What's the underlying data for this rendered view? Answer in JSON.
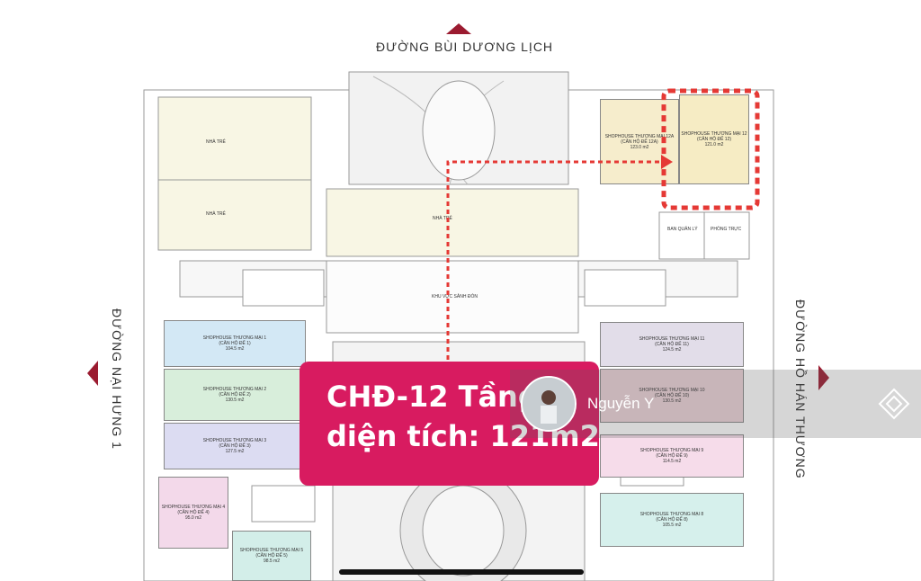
{
  "roads": {
    "top": "ĐƯỜNG BÙI DƯƠNG LỊCH",
    "left": "ĐƯỜNG NẠI HƯNG 1",
    "right": "ĐƯỜNG HỒ HÁN THƯƠNG"
  },
  "rooms": {
    "nha_tre_1": "NHÀ TRẺ",
    "nha_tre_2": "NHÀ TRẺ",
    "nha_tre_3": "NHÀ TRẺ",
    "khu_vuc_sanh_don": "KHU VỰC SẢNH ĐÓN",
    "ban_quan_ly": "BAN QUẢN LÝ",
    "phong_truc": "PHÒNG TRỰC"
  },
  "units": [
    {
      "name": "SHOPHOUSE THƯƠNG MẠI 12A",
      "sub": "(CĂN HỘ ĐẾ 12A)",
      "area": "123.0 m2",
      "color": "#f6edcc"
    },
    {
      "name": "SHOPHOUSE THƯƠNG MẠI 12",
      "sub": "(CĂN HỘ ĐẾ 12)",
      "area": "121.0 m2",
      "color": "#f6ecc4"
    },
    {
      "name": "SHOPHOUSE THƯƠNG MẠI 1",
      "sub": "(CĂN HỘ ĐẾ 1)",
      "area": "104.5 m2",
      "color": "#d3e8f5"
    },
    {
      "name": "SHOPHOUSE THƯƠNG MẠI 2",
      "sub": "(CĂN HỘ ĐẾ 2)",
      "area": "130.5 m2",
      "color": "#d8eedb"
    },
    {
      "name": "SHOPHOUSE THƯƠNG MẠI 3",
      "sub": "(CĂN HỘ ĐẾ 3)",
      "area": "127.5 m2",
      "color": "#dcdcf2"
    },
    {
      "name": "SHOPHOUSE THƯƠNG MẠI 4",
      "sub": "(CĂN HỘ ĐẾ 4)",
      "area": "95.0 m2",
      "color": "#f3d9ea"
    },
    {
      "name": "SHOPHOUSE THƯƠNG MẠI 5",
      "sub": "(CĂN HỘ ĐẾ 5)",
      "area": "98.5 m2",
      "color": "#d3eee9"
    },
    {
      "name": "SHOPHOUSE THƯƠNG MẠI 11",
      "sub": "(CĂN HỘ ĐẾ 11)",
      "area": "124.5 m2",
      "color": "#e2dde9"
    },
    {
      "name": "SHOPHOUSE THƯƠNG MẠI 10",
      "sub": "(CĂN HỘ ĐẾ 10)",
      "area": "130.5 m2",
      "color": "#ecd3d9"
    },
    {
      "name": "SHOPHOUSE THƯƠNG MẠI 9",
      "sub": "(CĂN HỘ ĐẾ 9)",
      "area": "114.5 m2",
      "color": "#f6dcea"
    },
    {
      "name": "SHOPHOUSE THƯƠNG MẠI 8",
      "sub": "(CĂN HỘ ĐẾ 8)",
      "area": "105.5 m2",
      "color": "#d6f0ec"
    }
  ],
  "banner": {
    "line1": "CHĐ-12 Tầng 1",
    "line2": "diện tích: 121m2"
  },
  "watermark": {
    "name": "Nguyễn Y"
  },
  "colors": {
    "highlight": "#d81b60",
    "route": "#e53935"
  }
}
